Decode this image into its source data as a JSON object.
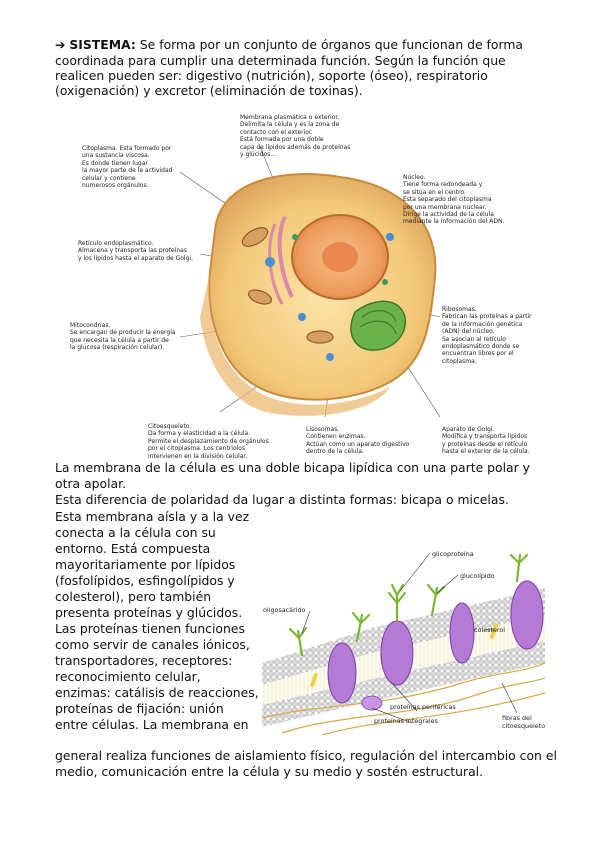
{
  "intro": {
    "arrow": "➔",
    "keyword": "SISTEMA:",
    "line1": "Se forma por un conjunto de órganos que funcionan de forma",
    "line2": "coordinada para cumplir una determinada función. Según la función que",
    "line3": "realicen pueden ser: digestivo (nutrición), soporte (óseo), respiratorio",
    "line4": "(oxigenación) y excretor (eliminación de toxinas)."
  },
  "cell_diagram": {
    "membrana": "Membrana plasmática o exterior.\nDelimita la célula y es la zona de\ncontacto con el exterior.\nEstá formada por una doble\ncapa de lípidos además de proteínas\ny glúcidos...",
    "citoplasma": "Citoplasma. Esta formado por\nuna sustancia viscosa.\nEs donde tienen lugar\nla mayor parte de la actividad\ncelular y contiene\nnumerosos orgánulos.",
    "nucleo": "Núcleo.\nTiene forma redondeada y\nse sitúa en el centro.\nEsta separado del citoplasma\npor una membrana nuclear.\nDirige la actividad de la célula\nmediante la información del ADN.",
    "reticulo": "Retículo endoplasmático.\nAlmacena y transporta las proteínas\ny los lípidos hasta el aparato de Golgi.",
    "mitocondrias": "Mitocondrias.\nSe encargan de producir la energía\nque necesita la célula a partir de\nla glucosa (respiración celular).",
    "ribosomas": "Ribosomas.\nFabrican las proteínas a partir\nde la información genética\n(ADN) del núcleo.\nSe asocian al retículo\nendoplasmático donde se\nencuentran libres por el\ncitoplasma.",
    "citoesqueleto": "Citoesqueleto.\nDa forma y elasticidad a la célula.\nPermite el desplazamiento de orgánulos\npor el citoplasma. Los centriolos\nintervienen en la división celular.",
    "lisosomas": "Lisosomas.\nContienen enzimas.\nActúan como un aparato digestivo\ndentro de la célula.",
    "golgi": "Aparato de Golgi.\nModifica y transporta lípidos\ny proteínas desde el retículo\nhasta el exterior de la célula."
  },
  "paragraph1": {
    "line1": "La membrana de la célula es una doble bicapa lipídica con una parte polar y",
    "line2": "otra apolar.",
    "line3": "Esta diferencia de polaridad da lugar a distinta formas: bicapa o micelas."
  },
  "wrap_lines": [
    "Esta membrana aísla y a la vez",
    "conecta a la célula con su",
    "entorno. Está compuesta",
    "mayoritariamente por lípidos",
    "(fosfolípidos, esfingolípidos y",
    "colesterol), pero también",
    "presenta proteínas y glúcidos.",
    "Las proteínas tienen funciones",
    "como servir de canales iónicos,",
    "transportadores, receptores:",
    "reconocimiento celular,",
    "enzimas: catálisis de reacciones,",
    "proteínas de fijación: unión",
    "entre células. La membrana en"
  ],
  "tail": {
    "line1": "general realiza funciones de aislamiento físico, regulación del intercambio con el",
    "line2": "medio, comunicación entre la célula y su medio y sostén estructural."
  },
  "membrane_diagram": {
    "glicoproteina": "glicoproteína",
    "glucolipido": "glucolípido",
    "oligosacarido": "oligosacárido",
    "colesterol": "colesterol",
    "proteinas_perifericas": "proteínas periféricas",
    "proteinas_integrales": "proteínas integrales",
    "fibras": "fibras del\ncitoesqueleto"
  }
}
